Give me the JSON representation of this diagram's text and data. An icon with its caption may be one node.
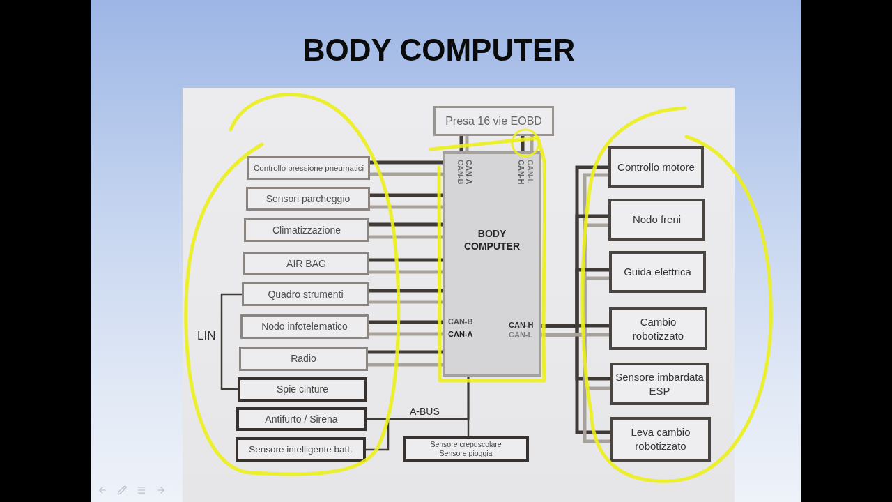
{
  "diagram": {
    "title": "BODY COMPUTER",
    "nodes": [
      {
        "text": [
          "Presa 16 vie EOBD"
        ]
      },
      {
        "text": [
          "BODY COMPUTER"
        ]
      },
      {
        "text": [
          "Controllo pressione pneumatici"
        ]
      },
      {
        "text": [
          "Sensori parcheggio"
        ]
      },
      {
        "text": [
          "Climatizzazione"
        ]
      },
      {
        "text": [
          "AIR BAG"
        ]
      },
      {
        "text": [
          "Quadro strumenti"
        ]
      },
      {
        "text": [
          "Nodo infotelematico"
        ]
      },
      {
        "text": [
          "Radio"
        ]
      },
      {
        "text": [
          "Spie cinture"
        ]
      },
      {
        "text": [
          "Antifurto / Sirena"
        ]
      },
      {
        "text": [
          "Sensore intelligente batt."
        ]
      },
      {
        "text": [
          "Sensore crepuscolare",
          "Sensore pioggia"
        ]
      },
      {
        "text": [
          "Controllo motore"
        ]
      },
      {
        "text": [
          "Nodo freni"
        ]
      },
      {
        "text": [
          "Guida elettrica"
        ]
      },
      {
        "text": [
          "Cambio robotizzato"
        ]
      },
      {
        "text": [
          "Sensore imbardata ESP"
        ]
      },
      {
        "text": [
          "Leva cambio robotizzato"
        ]
      }
    ],
    "edges": [
      {
        "from": 0,
        "to": 1,
        "arrow": "none"
      },
      {
        "from": 0,
        "to": 1,
        "arrow": "none",
        "color": "#a8a29c"
      },
      {
        "from": 0,
        "to": 1,
        "arrow": "none"
      },
      {
        "from": 0,
        "to": 1,
        "arrow": "none",
        "color": "#a8a29c"
      },
      {
        "from": 2,
        "to": 1,
        "arrow": "none"
      },
      {
        "from": 2,
        "to": 1,
        "arrow": "none",
        "color": "#a8a29c"
      },
      {
        "from": 3,
        "to": 1,
        "arrow": "none"
      },
      {
        "from": 3,
        "to": 1,
        "arrow": "none",
        "color": "#a8a29c"
      },
      {
        "from": 4,
        "to": 1,
        "arrow": "none"
      },
      {
        "from": 4,
        "to": 1,
        "arrow": "none",
        "color": "#a8a29c"
      },
      {
        "from": 5,
        "to": 1,
        "arrow": "none"
      },
      {
        "from": 5,
        "to": 1,
        "arrow": "none",
        "color": "#a8a29c"
      },
      {
        "from": 6,
        "to": 1,
        "arrow": "none"
      },
      {
        "from": 6,
        "to": 1,
        "arrow": "none",
        "color": "#a8a29c"
      },
      {
        "from": 7,
        "to": 1,
        "arrow": "none"
      },
      {
        "from": 7,
        "to": 1,
        "arrow": "none",
        "color": "#a8a29c"
      },
      {
        "from": 8,
        "to": 1,
        "arrow": "none"
      },
      {
        "from": 8,
        "to": 1,
        "arrow": "none",
        "color": "#a8a29c"
      },
      {
        "from": 1,
        "to": 13,
        "arrow": "none"
      },
      {
        "from": 1,
        "to": 13,
        "arrow": "none",
        "color": "#a8a29c"
      },
      {
        "from": 1,
        "to": 14,
        "arrow": "none"
      },
      {
        "from": 1,
        "to": 14,
        "arrow": "none",
        "color": "#a8a29c"
      },
      {
        "from": 1,
        "to": 15,
        "arrow": "none"
      },
      {
        "from": 1,
        "to": 15,
        "arrow": "none",
        "color": "#a8a29c"
      },
      {
        "from": 1,
        "to": 16,
        "arrow": "none"
      },
      {
        "from": 1,
        "to": 16,
        "arrow": "none",
        "color": "#a8a29c"
      },
      {
        "from": 1,
        "to": 17,
        "arrow": "none"
      },
      {
        "from": 1,
        "to": 17,
        "arrow": "none",
        "color": "#a8a29c"
      },
      {
        "from": 1,
        "to": 18,
        "arrow": "none"
      },
      {
        "from": 1,
        "to": 18,
        "arrow": "none",
        "color": "#a8a29c"
      },
      {
        "from": 6,
        "to": 9,
        "arrow": "none",
        "label": "LIN"
      },
      {
        "from": 1,
        "to": 10,
        "arrow": "none",
        "label": "A-BUS"
      },
      {
        "from": 1,
        "to": 11,
        "arrow": "none"
      },
      {
        "from": 1,
        "to": 12,
        "arrow": "none"
      }
    ],
    "labels": [
      "CAN-B",
      "CAN-A",
      "CAN-H",
      "CAN-L",
      "CAN-B",
      "CAN-H",
      "CAN-A",
      "CAN-L"
    ]
  }
}
